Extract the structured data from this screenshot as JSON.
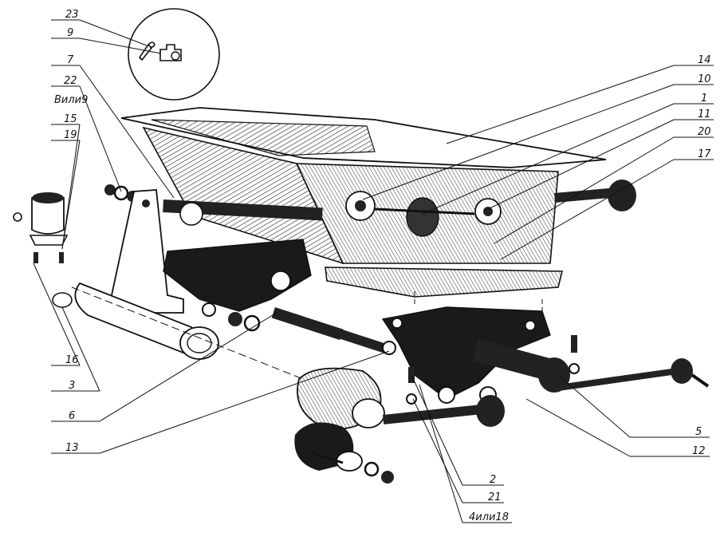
{
  "callouts": [
    {
      "id": "23",
      "text": "23"
    },
    {
      "id": "9",
      "text": "9"
    },
    {
      "id": "7",
      "text": "7"
    },
    {
      "id": "22",
      "text": "22"
    },
    {
      "id": "v9",
      "text": "Вили9"
    },
    {
      "id": "15",
      "text": "15"
    },
    {
      "id": "19",
      "text": "19"
    },
    {
      "id": "16",
      "text": "16"
    },
    {
      "id": "3",
      "text": "3"
    },
    {
      "id": "6",
      "text": "6"
    },
    {
      "id": "13",
      "text": "13"
    },
    {
      "id": "14",
      "text": "14"
    },
    {
      "id": "10",
      "text": "10"
    },
    {
      "id": "1",
      "text": "1"
    },
    {
      "id": "11",
      "text": "11"
    },
    {
      "id": "20",
      "text": "20"
    },
    {
      "id": "17",
      "text": "17"
    },
    {
      "id": "5",
      "text": "5"
    },
    {
      "id": "12",
      "text": "12"
    },
    {
      "id": "2",
      "text": "2"
    },
    {
      "id": "21",
      "text": "21"
    },
    {
      "id": "4or18",
      "text": "4или18"
    }
  ]
}
